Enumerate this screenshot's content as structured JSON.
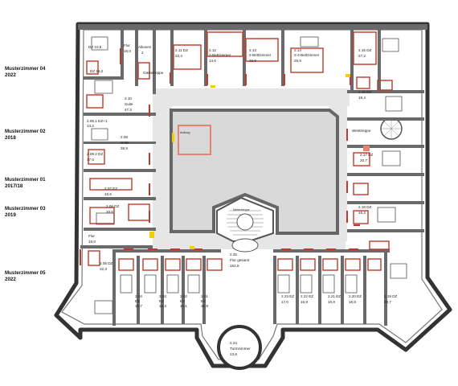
{
  "legend": [
    {
      "line1": "Musterzimmer 04",
      "line2": "2022"
    },
    {
      "line1": "Musterzimmer 02",
      "line2": "2018"
    },
    {
      "line1": "Musterzimmer 01",
      "line2": "2017/18"
    },
    {
      "line1": "Musterzimmer 03",
      "line2": "2019"
    },
    {
      "line1": "Musterzimmer 05",
      "line2": "2022"
    }
  ],
  "rooms": {
    "dz_top_left": "DZ 10,6",
    "flur_16": "Flur",
    "flur_16_area": "16,0",
    "alkoven": "Alkoven",
    "alkoven_num": "2",
    "dz_16": "DZ 16,2",
    "r210_code": "2.10",
    "r210_name": "Suite",
    "r210_area": "47,3",
    "gaestetreppe": "Gästetreppe",
    "r211_code": "2.11 DZ",
    "r211_area": "23,4",
    "r212_code": "2.12",
    "r212_name": "2-Bettzimmer",
    "r212_area": "14,6",
    "r213_code": "2.13",
    "r213_name": "2-Bettzimmer",
    "r213_area": "22,6",
    "r214_code": "2.14",
    "r214_name": "2-4-Bettzimmer",
    "r214_area": "25,9",
    "r215_code": "2.15 DZ",
    "r215_area": "27,2",
    "r216_code": "2.16 DZ",
    "r216_area": "19,4",
    "westtreppe": "Westtreppe",
    "r217_code": "2.17 DZ",
    "r217_area": "20,7",
    "r218_code": "2.18 DZ",
    "r218_area": "15,2",
    "r208_1_code": "2.08.1 DZ+1",
    "r208_1_area": "14,2",
    "r208_code": "2.08",
    "r208_name": "Suite",
    "r208_area": "38,9",
    "r208_2_code": "2.08.2 DZ",
    "r208_2_area": "17,6",
    "r207_code": "2.07 EZ",
    "r207_area": "15,6",
    "r206_code": "2.06 DZ",
    "r206_area": "20,5",
    "flur_left": "Flur",
    "flur_left_area": "18,0",
    "r205_code": "2.05 DZ",
    "r205_area": "32,3",
    "aufzug": "Aufzug",
    "nebentreppe": "Nebentreppe",
    "r225_code": "2.25",
    "r225_name": "Flur gesamt",
    "r225_area": "162,8",
    "r204_code": "2.04",
    "r204_type": "EZ",
    "r204_area": "16,7",
    "r203_code": "2.03",
    "r203_type": "EZ",
    "r203_area": "16,3",
    "r202_code": "2.02",
    "r202_type": "EZ",
    "r202_area": "15,1",
    "r201_code": "2.01",
    "r201_type": "EZ",
    "r201_area": "16,8",
    "r223_code": "2.23 EZ",
    "r223_area": "17,0",
    "r222_code": "2.22 EZ",
    "r222_area": "16,8",
    "r221_code": "2.21 EZ",
    "r221_area": "16,9",
    "r220_code": "2.20 EZ",
    "r220_area": "16,8",
    "r219_code": "2.19 DZ",
    "r219_area": "30,7",
    "r224_code": "2.24",
    "r224_name": "Turmzimmer",
    "r224_area": "13,6"
  },
  "colors": {
    "wall": "#6a6a6a",
    "wall_outline": "#333333",
    "courtyard": "#dcdcdc",
    "corridor": "#e6e6e6",
    "accent_red": "#c0392b",
    "aufzug_box": "#e8826f",
    "door_yellow": "#f0d000"
  }
}
